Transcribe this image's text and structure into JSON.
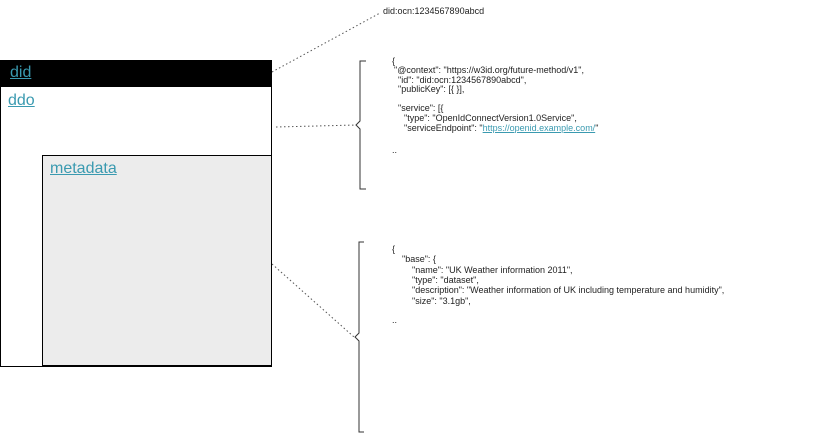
{
  "did_label": "did:ocn:1234567890abcd",
  "left_panel": {
    "did": "did",
    "ddo": "ddo",
    "metadata": "metadata"
  },
  "ddo_json": {
    "l1": "{",
    "l2": "\"@context\": \"https://w3id.org/future-method/v1\",",
    "l3": "\"id\": \"did:ocn:1234567890abcd\",",
    "l4": "\"publicKey\": [{ }],",
    "l5": "\"service\": [{",
    "l6": "\"type\": \"OpenIdConnectVersion1.0Service\",",
    "l7_prefix": "\"serviceEndpoint\": \"",
    "l7_link": "https://openid.example.com/",
    "l7_suffix": "\"",
    "l8": ".."
  },
  "metadata_json": {
    "l1": "{",
    "l2": "\"base\": {",
    "l3": "\"name\": \"UK Weather information 2011\",",
    "l4": "\"type\": \"dataset\",",
    "l5": "\"description\": \"Weather information of UK including temperature and humidity\",",
    "l6": "\"size\": \"3.1gb\",",
    "l7": ".."
  },
  "colors": {
    "link": "#3a9ab0",
    "did_bar": "#000000",
    "metadata_fill": "#ececec"
  }
}
